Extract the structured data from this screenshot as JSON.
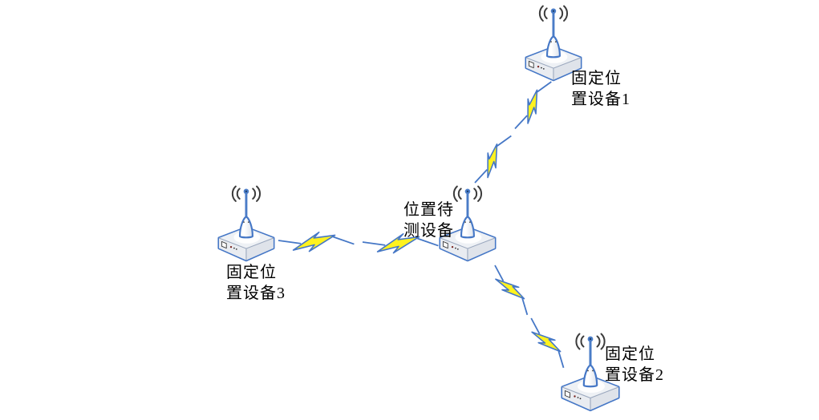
{
  "figure": {
    "background": "#ffffff",
    "palette": {
      "device_outline": "#4577C6",
      "antenna_blue": "#4a7cc7",
      "bolt_fill": "#FFF21F",
      "bolt_outline": "#4577C6",
      "signal_arc_color": "#3b3b3b",
      "label_color": "#000000"
    },
    "devices": [
      {
        "id": "target-device",
        "label": "位置待\n测设备"
      },
      {
        "id": "fixed-device-1",
        "label": "固定位\n置设备1"
      },
      {
        "id": "fixed-device-2",
        "label": "固定位\n置设备2"
      },
      {
        "id": "fixed-device-3",
        "label": "固定位\n置设备3"
      }
    ],
    "links": [
      {
        "id": "link-target-fixed1",
        "from": "target-device",
        "to": "fixed-device-1",
        "symbol": "lightning-bolt-pair"
      },
      {
        "id": "link-target-fixed2",
        "from": "target-device",
        "to": "fixed-device-2",
        "symbol": "lightning-bolt-pair"
      },
      {
        "id": "link-target-fixed3",
        "from": "target-device",
        "to": "fixed-device-3",
        "symbol": "lightning-bolt-pair"
      }
    ]
  }
}
